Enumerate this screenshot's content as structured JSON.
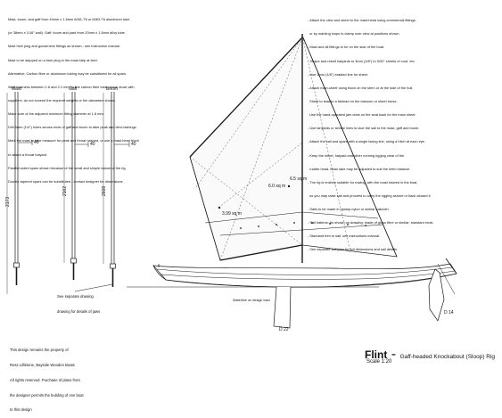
{
  "notes": {
    "left": [
      "Mast, boom, and gaff from 40mm x 1.6mm 6061-T6 or 6063-T6 aluminium tube",
      "(or 38mm x 1/16\" wall). Gaff, boom and yard from 20mm x 1.5mm alloy tube.",
      "Mast heel plug and gooseneck fittings as shown - see instruction manual.",
      "Mast to be stepped on a heel plug in the mast step at keel.",
      "Alternative: Carbon fibre or aluminium tubing may be substituted for all spars.",
      "Wall thickness between 1.6 and 2.2 mm for the carbon fibre tube; check stock with",
      "suppliers; do not exceed the required weights or the diameters shown.",
      "Make sure of the adjusted minimum fitting diameter at 1.8 mm.",
      "Drill 6mm (1/4\") holes across ends of gaff and boom to take peak and clew lashings.",
      "Mark the mast to take measure for peak and throat halyard, or use a mast-head block",
      "to attach a throat halyard.",
      "Parallel-sided spars shown because of the small and simple nature of the rig.",
      "Double-tapered spars can be substituted - contact designer for dimensions."
    ],
    "right": [
      "- Attach the clew and sheet to the mast-head using commercial fittings,",
      "  or by marking loops to clamp over clew at positions shown.",
      "- Mast and all fittings to be on the side of the boat.",
      "- Shape and rebolt halyards to 3mm (1/8\") to 5/32\" sheets of cord, etc.",
      "- Use 3mm (1/8\") braided line for sheet.",
      "- Attach main-sheet using block on the stern or at the side of the hull.",
      "  Sheet to lead to a fairlead on the transom or sheet horse.",
      "  Use the hand-operated jam cleat on the seat back for the main sheet.",
      "- Use lanyards or similar lines to lace the sail to the mast, gaff and boom.",
      "- Attach the sail and spars with a single lacing line, using a hitch at each eye.",
      "- Keep the sheet, halyard and other running rigging clear of the",
      "  rudder head. Mast rake may be adjusted to suit the helm balance.",
      "- The rig is entirely suitable for rowing, with the mast stowed in the boat,",
      "  so you may raise sail and proceed to carry the rigging ashore or back aboard it.",
      "- Sails to be made in ripstop nylon or similar sailcloth.",
      "- Sail battens: As shown on drawing, made of glass fibre or similar; standard ends.",
      "- Standard trim to sail, see instructions manual.",
      "- See separate sail plan for full dimensions and sail details."
    ],
    "footer": [
      "This design remains the property of",
      "Ross Lillistone, Bayside Wooden Boats",
      "All rights reserved. Purchase of plans from",
      "the designer permits the building of one boat",
      "to this design"
    ],
    "reference": [
      "See separate drawing",
      "drawing for details of jaws"
    ]
  },
  "spars": {
    "mast_label": "Mast",
    "gaff_label": "Gaff",
    "boom_label": "Boom",
    "mast_length": "2173",
    "gaff_length": "2102",
    "boom_length": "2608",
    "mast_dia": "40",
    "gaff_dia": "40",
    "boom_dia": "40"
  },
  "sail": {
    "area_upper": "6.0 sq m",
    "area_total": "6.5 sq m",
    "area_lower": "3.99 sq m"
  },
  "hull": {
    "waterline_label": "Waterline on design load",
    "rudder_label": "D 14",
    "centreboard_label": "D 22"
  },
  "title": {
    "name": "Flint",
    "subtitle": "Gaff-headed Knockabout (Sloop) Rig",
    "scale": "Scale 1:20"
  },
  "colors": {
    "line": "#1a1a1a",
    "light": "#8a8a8a",
    "paper": "#ffffff"
  }
}
